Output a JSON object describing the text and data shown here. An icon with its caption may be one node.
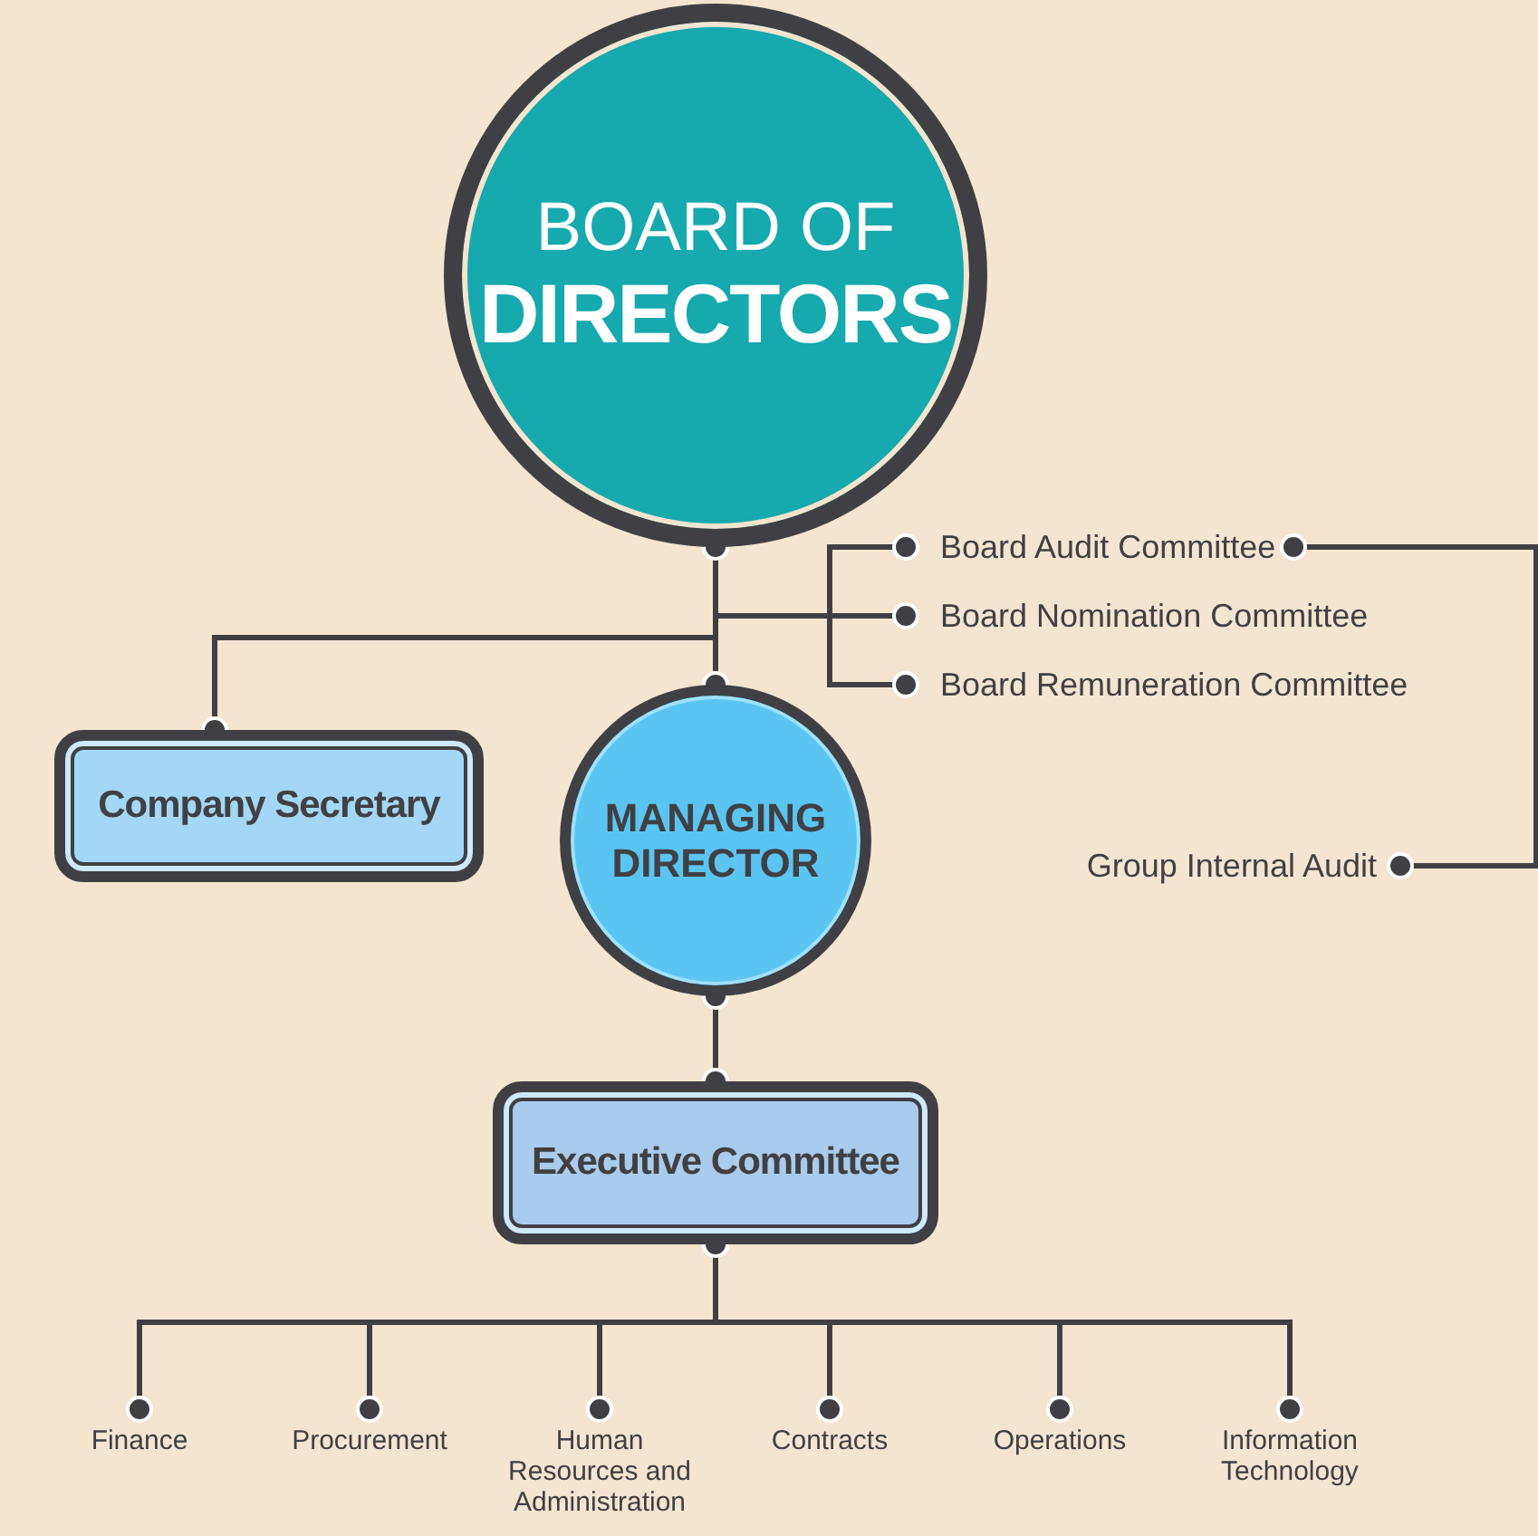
{
  "diagram": {
    "nodes": [
      {
        "text": [
          "BOARD OF",
          "DIRECTORS"
        ]
      },
      {
        "text": [
          "Board Audit Committee"
        ]
      },
      {
        "text": [
          "Board Nomination Committee"
        ]
      },
      {
        "text": [
          "Board Remuneration Committee"
        ]
      },
      {
        "text": [
          "Company Secretary"
        ]
      },
      {
        "text": [
          "MANAGING DIRECTOR"
        ]
      },
      {
        "text": [
          "Group Internal Audit"
        ]
      },
      {
        "text": [
          "Executive Committee"
        ]
      },
      {
        "text": [
          "Finance"
        ]
      },
      {
        "text": [
          "Procurement"
        ]
      },
      {
        "text": [
          "Human Resources and Administration"
        ]
      },
      {
        "text": [
          "Contracts"
        ]
      },
      {
        "text": [
          "Operations"
        ]
      },
      {
        "text": [
          "Information Technology"
        ]
      }
    ],
    "edges": [
      {
        "from": 0,
        "to": 1,
        "arrow": "other"
      },
      {
        "from": 0,
        "to": 2,
        "arrow": "other"
      },
      {
        "from": 0,
        "to": 3,
        "arrow": "other"
      },
      {
        "from": 0,
        "to": 4,
        "arrow": "other"
      },
      {
        "from": 0,
        "to": 5,
        "arrow": "other"
      },
      {
        "from": 1,
        "to": 6,
        "arrow": "other"
      },
      {
        "from": 5,
        "to": 7,
        "arrow": "other"
      },
      {
        "from": 7,
        "to": 8,
        "arrow": "other"
      },
      {
        "from": 7,
        "to": 9,
        "arrow": "other"
      },
      {
        "from": 7,
        "to": 10,
        "arrow": "other"
      },
      {
        "from": 7,
        "to": 11,
        "arrow": "other"
      },
      {
        "from": 7,
        "to": 12,
        "arrow": "other"
      },
      {
        "from": 7,
        "to": 13,
        "arrow": "other"
      }
    ]
  }
}
